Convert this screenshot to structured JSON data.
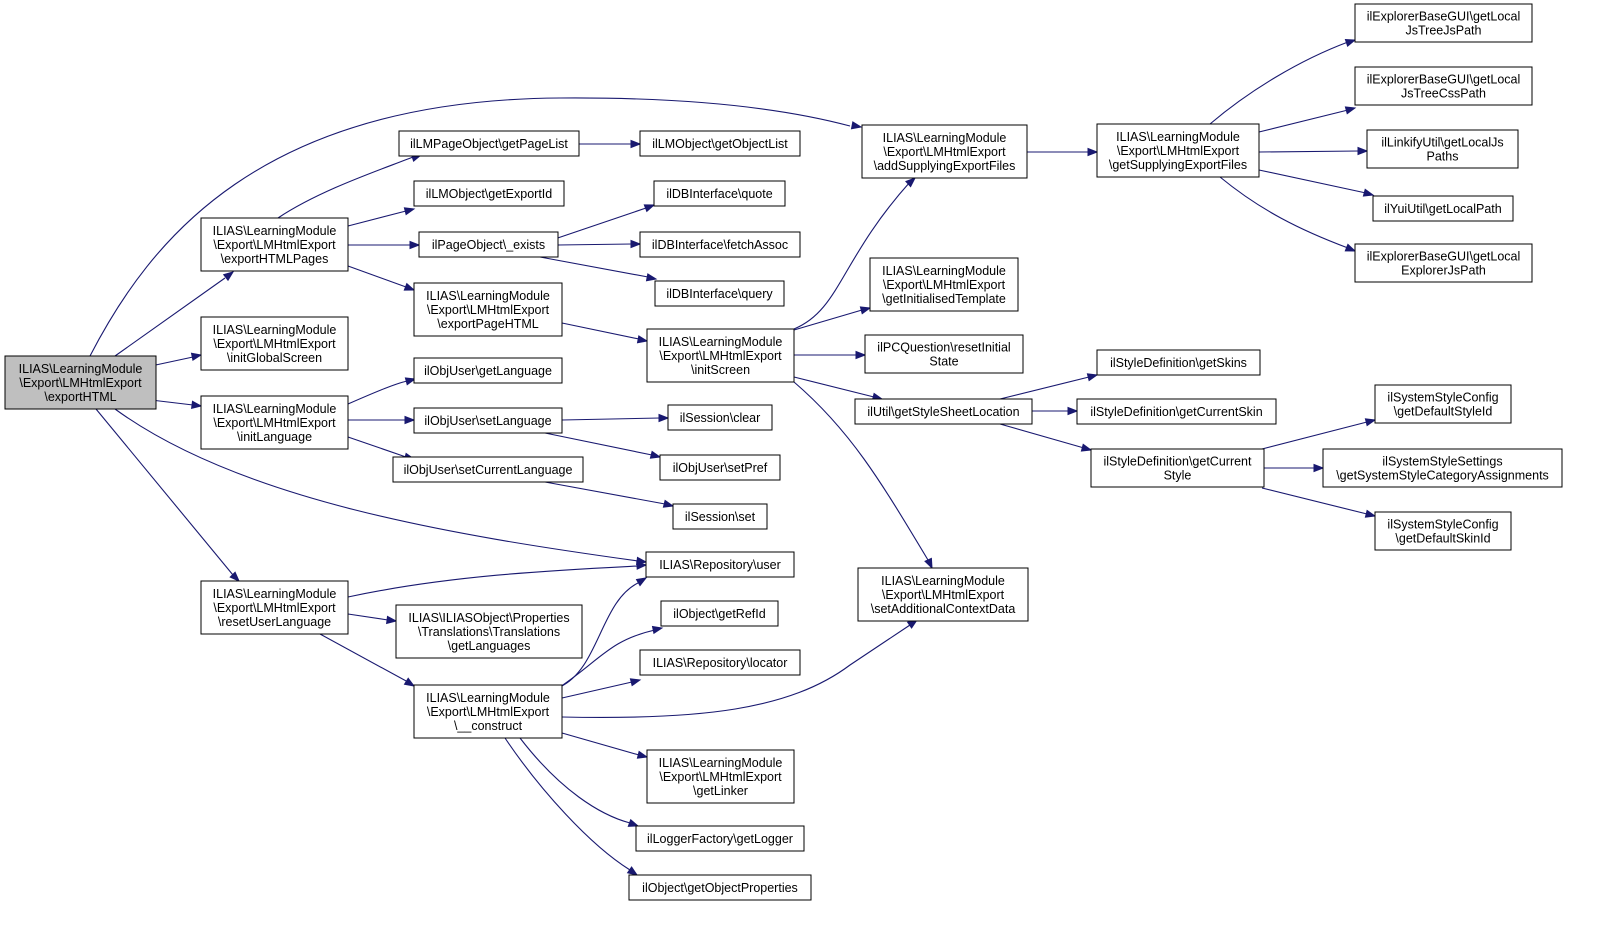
{
  "colors": {
    "edge": "#191970",
    "root_fill": "#bfbfbf",
    "node_fill": "#ffffff",
    "node_border": "#000000"
  },
  "nodes": {
    "exportHTML": [
      "ILIAS\\LearningModule",
      "\\Export\\LMHtmlExport",
      "\\exportHTML"
    ],
    "exportHTMLPages": [
      "ILIAS\\LearningModule",
      "\\Export\\LMHtmlExport",
      "\\exportHTMLPages"
    ],
    "initGlobalScreen": [
      "ILIAS\\LearningModule",
      "\\Export\\LMHtmlExport",
      "\\initGlobalScreen"
    ],
    "initLanguage": [
      "ILIAS\\LearningModule",
      "\\Export\\LMHtmlExport",
      "\\initLanguage"
    ],
    "resetUserLanguage": [
      "ILIAS\\LearningModule",
      "\\Export\\LMHtmlExport",
      "\\resetUserLanguage"
    ],
    "getPageList": [
      "ilLMPageObject\\getPageList"
    ],
    "getExportId": [
      "ilLMObject\\getExportId"
    ],
    "pageExists": [
      "ilPageObject\\_exists"
    ],
    "exportPageHTML": [
      "ILIAS\\LearningModule",
      "\\Export\\LMHtmlExport",
      "\\exportPageHTML"
    ],
    "getLanguage": [
      "ilObjUser\\getLanguage"
    ],
    "setLanguage": [
      "ilObjUser\\setLanguage"
    ],
    "setCurrentLanguage": [
      "ilObjUser\\setCurrentLanguage"
    ],
    "translationsGetLanguages": [
      "ILIAS\\ILIASObject\\Properties",
      "\\Translations\\Translations",
      "\\getLanguages"
    ],
    "construct": [
      "ILIAS\\LearningModule",
      "\\Export\\LMHtmlExport",
      "\\__construct"
    ],
    "getObjectList": [
      "ilLMObject\\getObjectList"
    ],
    "dbQuote": [
      "ilDBInterface\\quote"
    ],
    "dbFetchAssoc": [
      "ilDBInterface\\fetchAssoc"
    ],
    "dbQuery": [
      "ilDBInterface\\query"
    ],
    "initScreen": [
      "ILIAS\\LearningModule",
      "\\Export\\LMHtmlExport",
      "\\initScreen"
    ],
    "sessionClear": [
      "ilSession\\clear"
    ],
    "setPref": [
      "ilObjUser\\setPref"
    ],
    "sessionSet": [
      "ilSession\\set"
    ],
    "repositoryUser": [
      "ILIAS\\Repository\\user"
    ],
    "getRefId": [
      "ilObject\\getRefId"
    ],
    "repositoryLocator": [
      "ILIAS\\Repository\\locator"
    ],
    "getLinker": [
      "ILIAS\\LearningModule",
      "\\Export\\LMHtmlExport",
      "\\getLinker"
    ],
    "getLogger": [
      "ilLoggerFactory\\getLogger"
    ],
    "getObjectProperties": [
      "ilObject\\getObjectProperties"
    ],
    "addSupplyingExportFiles": [
      "ILIAS\\LearningModule",
      "\\Export\\LMHtmlExport",
      "\\addSupplyingExportFiles"
    ],
    "getInitialisedTemplate": [
      "ILIAS\\LearningModule",
      "\\Export\\LMHtmlExport",
      "\\getInitialisedTemplate"
    ],
    "resetInitialState": [
      "ilPCQuestion\\resetInitial",
      "State"
    ],
    "getStyleSheetLocation": [
      "ilUtil\\getStyleSheetLocation"
    ],
    "setAdditionalContextData": [
      "ILIAS\\LearningModule",
      "\\Export\\LMHtmlExport",
      "\\setAdditionalContextData"
    ],
    "getSupplyingExportFiles": [
      "ILIAS\\LearningModule",
      "\\Export\\LMHtmlExport",
      "\\getSupplyingExportFiles"
    ],
    "getSkins": [
      "ilStyleDefinition\\getSkins"
    ],
    "getCurrentSkin": [
      "ilStyleDefinition\\getCurrentSkin"
    ],
    "getCurrentStyle": [
      "ilStyleDefinition\\getCurrent",
      "Style"
    ],
    "getLocalJsTreeJsPath": [
      "ilExplorerBaseGUI\\getLocal",
      "JsTreeJsPath"
    ],
    "getLocalJsTreeCssPath": [
      "ilExplorerBaseGUI\\getLocal",
      "JsTreeCssPath"
    ],
    "getLocalJsPaths": [
      "ilLinkifyUtil\\getLocalJs",
      "Paths"
    ],
    "getLocalPath": [
      "ilYuiUtil\\getLocalPath"
    ],
    "getLocalExplorerJsPath": [
      "ilExplorerBaseGUI\\getLocal",
      "ExplorerJsPath"
    ],
    "getDefaultStyleId": [
      "ilSystemStyleConfig",
      "\\getDefaultStyleId"
    ],
    "getSystemStyleCategoryAssignments": [
      "ilSystemStyleSettings",
      "\\getSystemStyleCategoryAssignments"
    ],
    "getDefaultSkinId": [
      "ilSystemStyleConfig",
      "\\getDefaultSkinId"
    ]
  }
}
